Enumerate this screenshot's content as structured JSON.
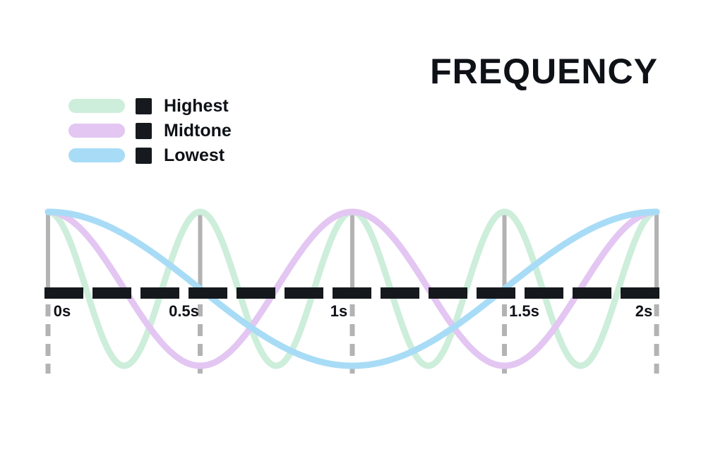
{
  "chart_data": {
    "type": "line",
    "title": "FREQUENCY",
    "x_axis": {
      "unit": "s",
      "range": [
        0,
        2
      ],
      "ticks": [
        {
          "t": 0,
          "label": "0s"
        },
        {
          "t": 0.5,
          "label": "0.5s"
        },
        {
          "t": 1,
          "label": "1s"
        },
        {
          "t": 1.5,
          "label": "1.5s"
        },
        {
          "t": 2,
          "label": "2s"
        }
      ]
    },
    "y_equation": "y(t) = amplitude x cos(2*pi*frequency*t)",
    "series": [
      {
        "name": "Highest",
        "frequency_hz": 2.0,
        "amplitude": 1,
        "color": "#cdeeda"
      },
      {
        "name": "Midtone",
        "frequency_hz": 1.0,
        "amplitude": 1,
        "color": "#e3c6f2"
      },
      {
        "name": "Lowest",
        "frequency_hz": 0.5,
        "amplitude": 1,
        "color": "#a8dcf6"
      }
    ],
    "legend_position": "top-left",
    "legend_marker_color": "#16191d",
    "baseline_color": "#15181c",
    "gridline_color": "#b3b3b3",
    "background_color": "#ffffff",
    "text_color": "#0e1116",
    "grid": "vertical-gridlines-only",
    "baseline_style": "thick-dashed"
  }
}
